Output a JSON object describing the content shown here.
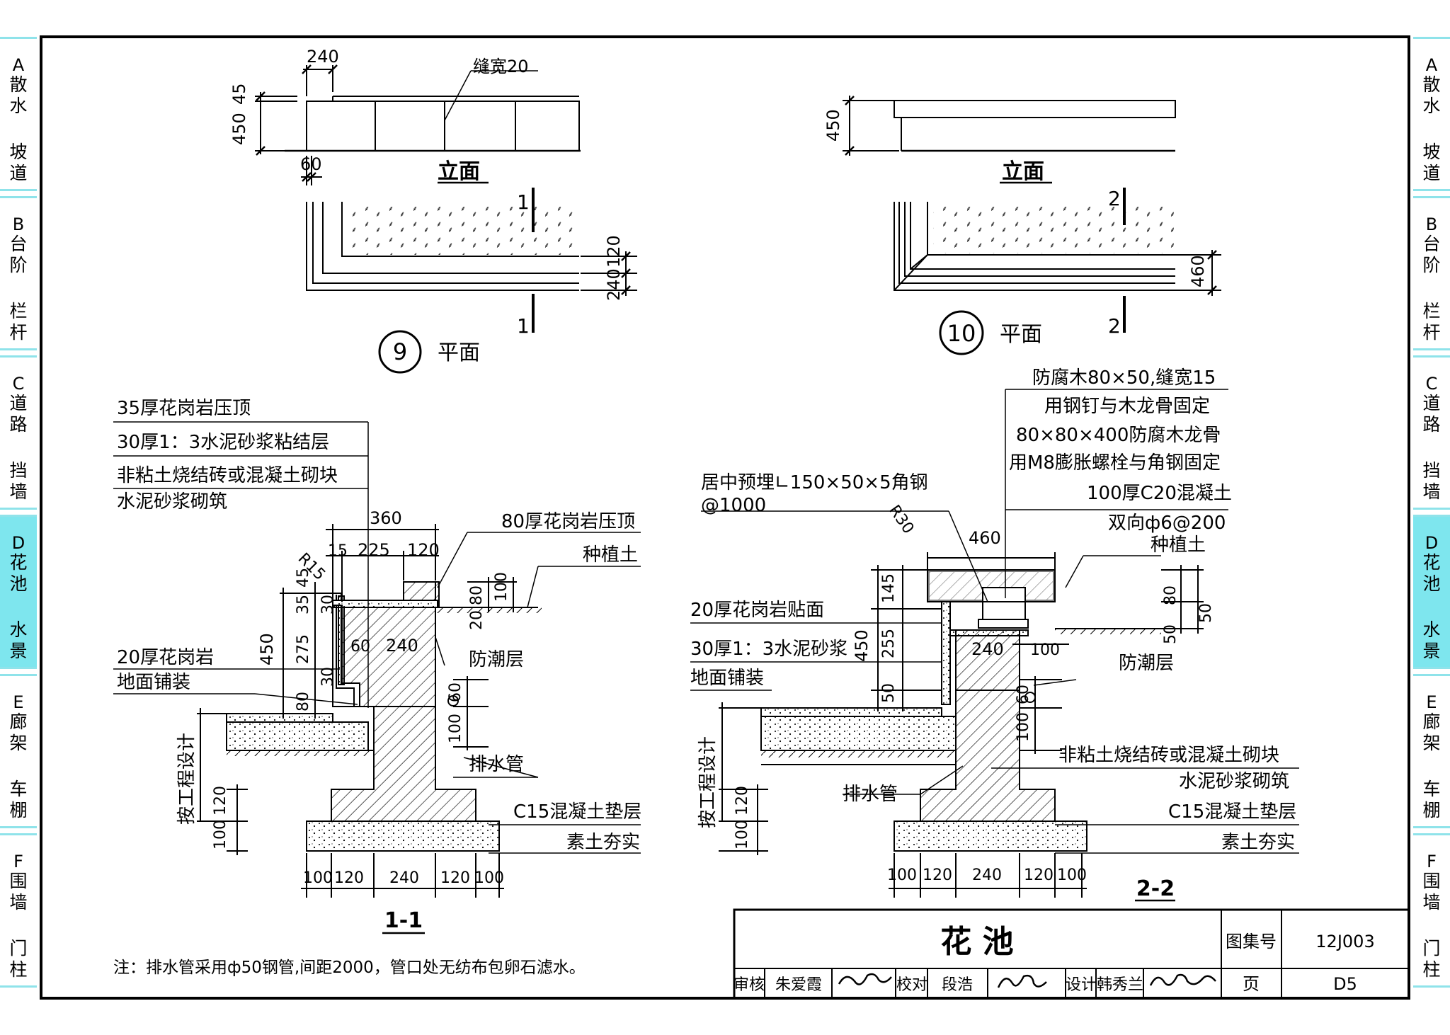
{
  "side_tabs": [
    {
      "letter": "A",
      "line1": "散水",
      "line2": "坡道"
    },
    {
      "letter": "B",
      "line1": "台阶",
      "line2": "栏杆"
    },
    {
      "letter": "C",
      "line1": "道路",
      "line2": "挡墙"
    },
    {
      "letter": "D",
      "line1": "花池",
      "line2": "水景"
    },
    {
      "letter": "E",
      "line1": "廊架",
      "line2": "车棚"
    },
    {
      "letter": "F",
      "line1": "围墙",
      "line2": "门柱"
    }
  ],
  "active_tab": "D",
  "detail9": {
    "number": "9",
    "elevation_title": "立面",
    "plan_title": "平面",
    "dims": {
      "d240": "240",
      "joint": "缝宽20",
      "d450": "450",
      "d45": "45",
      "d60": "60",
      "d120": "120",
      "d240b": "240"
    },
    "section_mark": "1"
  },
  "detail10": {
    "number": "10",
    "elevation_title": "立面",
    "plan_title": "平面",
    "dims": {
      "d450": "450",
      "d460": "460"
    },
    "section_mark": "2"
  },
  "section11": {
    "title": "1-1",
    "labels": {
      "a": "35厚花岗岩压顶",
      "b": "30厚1：3水泥砂浆粘结层",
      "c": "非粘土烧结砖或混凝土砌块",
      "d": "水泥砂浆砌筑",
      "e": "80厚花岗岩压顶",
      "f": "种植土",
      "g": "防潮层",
      "h": "20厚花岗岩",
      "i": "地面铺装",
      "j": "排水管",
      "k": "C15混凝土垫层",
      "l": "素土夯实",
      "m": "按工程设计"
    },
    "dims": {
      "d360": "360",
      "r15": "R15",
      "d15": "15",
      "d225": "225",
      "d120": "120",
      "d45": "45",
      "d35": "35",
      "d30": "30",
      "d80": "80",
      "d100": "100",
      "d20": "20",
      "d450": "450",
      "d275": "275",
      "d60": "60",
      "d240": "240",
      "d30b": "30",
      "d80b": "80",
      "d100b": "100",
      "d60b": "60",
      "d120b": "120",
      "d100c": "100",
      "bottom": [
        "100",
        "120",
        "240",
        "120",
        "100"
      ]
    }
  },
  "section22": {
    "title": "2-2",
    "labels": {
      "a": "防腐木80×50,缝宽15",
      "b": "用钢钉与木龙骨固定",
      "c": "80×80×400防腐木龙骨",
      "d": "用M8膨胀螺栓与角钢固定",
      "e": "100厚C20混凝土",
      "f": "双向ф6@200",
      "g": "种植土",
      "h": "居中预埋∟150×50×5角钢",
      "i": "@1000",
      "j": "20厚花岗岩贴面",
      "k": "30厚1：3水泥砂浆",
      "l": "地面铺装",
      "m": "防潮层",
      "n": "非粘土烧结砖或混凝土砌块",
      "o": "水泥砂浆砌筑",
      "p": "C15混凝土垫层",
      "q": "素土夯实",
      "r": "排水管",
      "s": "按工程设计"
    },
    "dims": {
      "r30": "R30",
      "d460": "460",
      "d145": "145",
      "d450": "450",
      "d255": "255",
      "d50": "50",
      "d80": "80",
      "d50b": "50",
      "d50c": "50",
      "d240": "240",
      "d100": "100",
      "d100b": "100",
      "d60": "60",
      "d120": "120",
      "d100c": "100",
      "bottom": [
        "100",
        "120",
        "240",
        "120",
        "100"
      ]
    }
  },
  "note": "注：排水管采用ф50钢管,间距2000，管口处无纺布包卵石滤水。",
  "title_block": {
    "drawing_title": "花  池",
    "atlas_label": "图集号",
    "atlas_no": "12J003",
    "page_label": "页",
    "page_no": "D5",
    "review_label": "审核",
    "reviewer": "朱爱霞",
    "check_label": "校对",
    "checker": "段浩",
    "design_label": "设计",
    "designer": "韩秀兰"
  }
}
